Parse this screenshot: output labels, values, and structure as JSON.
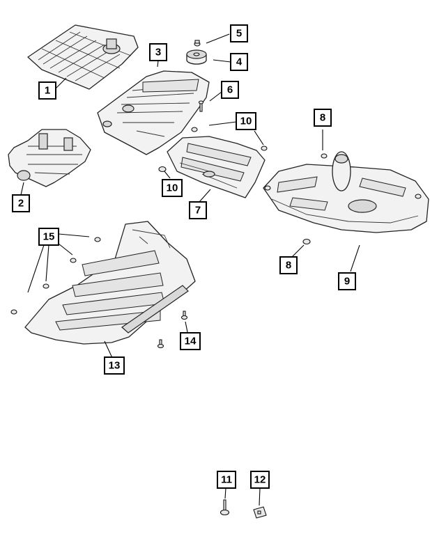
{
  "callouts": {
    "c1": "1",
    "c2": "2",
    "c3": "3",
    "c4": "4",
    "c5": "5",
    "c6": "6",
    "c7": "7",
    "c8a": "8",
    "c8b": "8",
    "c9": "9",
    "c10a": "10",
    "c10b": "10",
    "c11": "11",
    "c12": "12",
    "c13": "13",
    "c14": "14",
    "c15": "15"
  }
}
